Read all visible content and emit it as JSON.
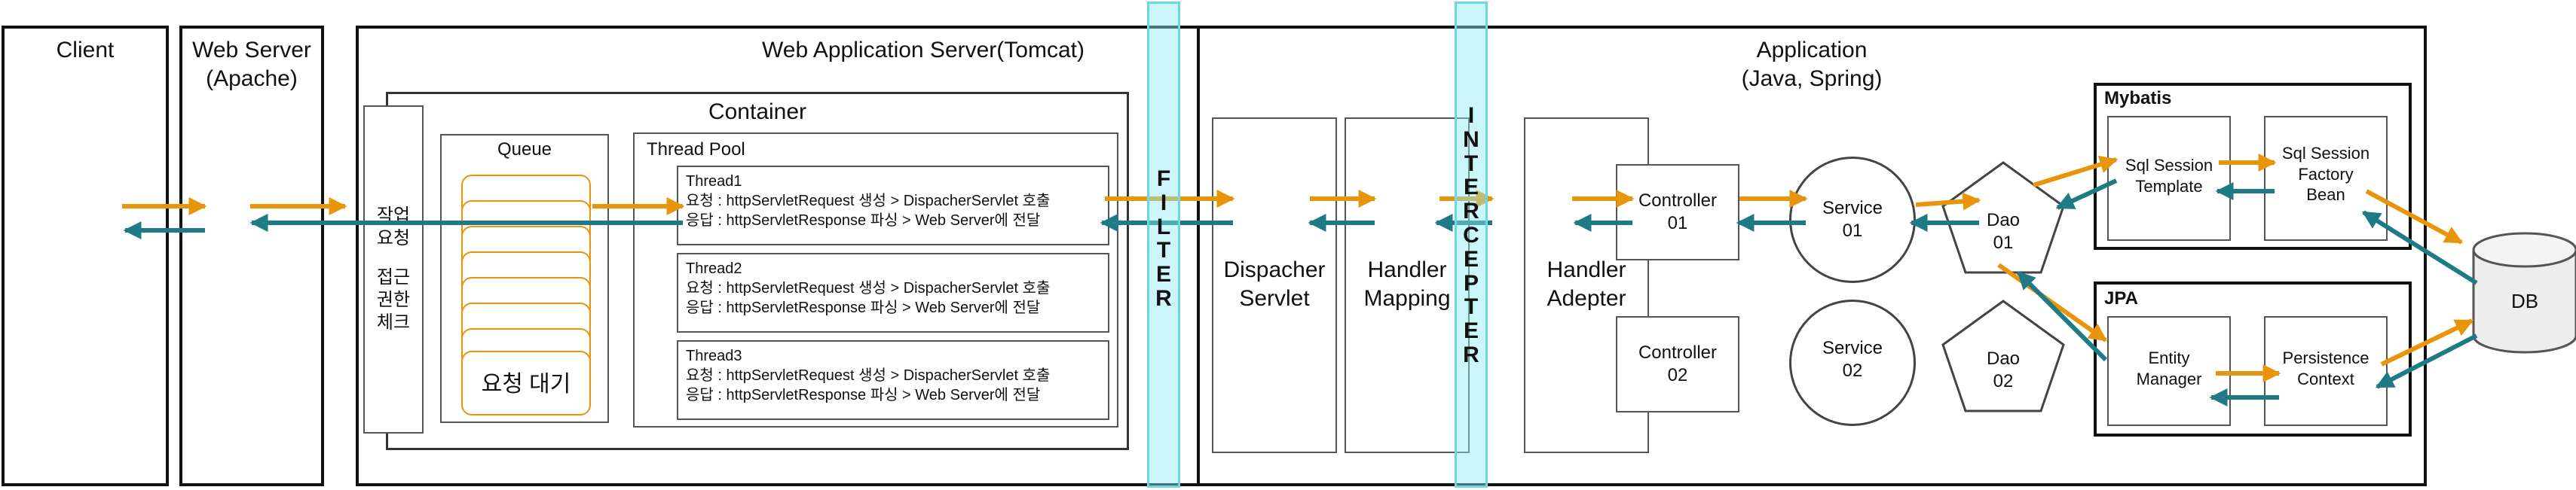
{
  "columns": {
    "client": "Client",
    "web_server": "Web Server\n(Apache)",
    "was": "Web Application Server(Tomcat)",
    "application": "Application\n(Java, Spring)"
  },
  "container": {
    "title": "Container",
    "side_label_1": "작업\n요청",
    "side_label_2": "접근\n권한\n체크",
    "queue_title": "Queue",
    "queue_wait": "요청 대기",
    "thread_pool_title": "Thread Pool",
    "threads": [
      {
        "name": "Thread1",
        "req": "요청 : httpServletRequest 생성 > DispacherServlet 호출",
        "res": "응답 : httpServletResponse 파싱 >  Web Server에 전달"
      },
      {
        "name": "Thread2",
        "req": "요청 : httpServletRequest 생성 > DispacherServlet 호출",
        "res": "응답 : httpServletResponse 파싱 >  Web Server에 전달"
      },
      {
        "name": "Thread3",
        "req": "요청 : httpServletRequest 생성 > DispacherServlet 호출",
        "res": "응답 : httpServletResponse 파싱 >  Web Server에 전달"
      }
    ]
  },
  "filter": {
    "label": "F\nI\nL\nT\nE\nR"
  },
  "interceptor": {
    "label": "I\nN\nT\nE\nR\nC\nE\nP\nT\nE\nR"
  },
  "spring": {
    "dispatcher": "Dispacher\nServlet",
    "handler_mapping": "Handler\nMapping",
    "handler_adapter": "Handler\nAdepter",
    "controller1": "Controller\n01",
    "controller2": "Controller\n02",
    "service1": "Service\n01",
    "service2": "Service\n02",
    "dao1": "Dao\n01",
    "dao2": "Dao\n02"
  },
  "mybatis": {
    "title": "Mybatis",
    "template": "Sql Session\nTemplate",
    "factory": "Sql Session\nFactory\nBean"
  },
  "jpa": {
    "title": "JPA",
    "manager": "Entity\nManager",
    "context": "Persistence\nContext"
  },
  "db": {
    "label": "DB"
  },
  "colors": {
    "request": "#e8950c",
    "response": "#1e7b86",
    "filter": "#8cebf5"
  }
}
